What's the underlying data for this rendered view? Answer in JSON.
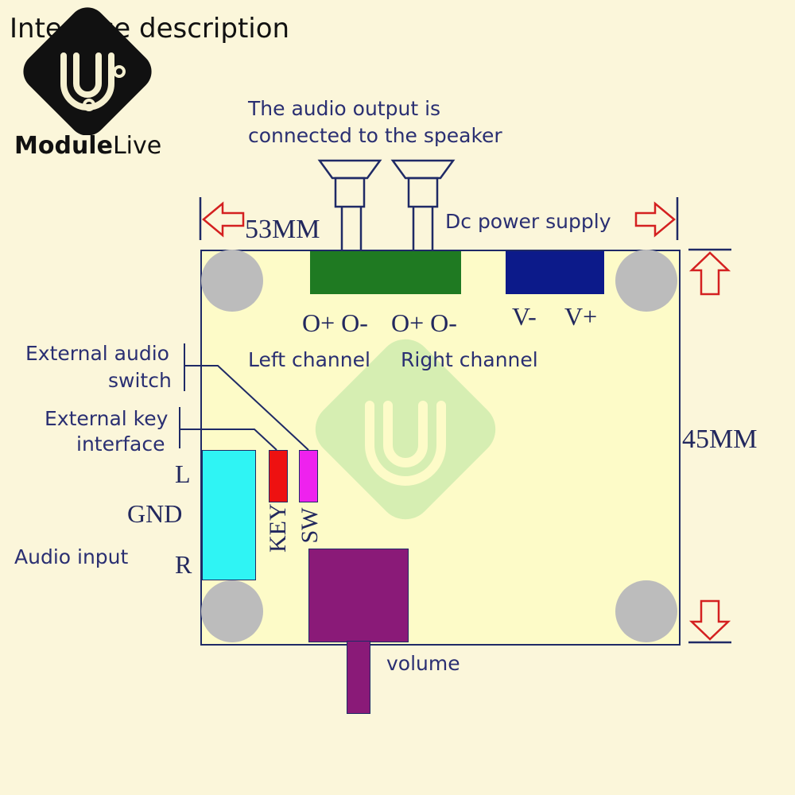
{
  "page_title": "Interface description",
  "brand": {
    "name_bold": "Module",
    "name_light": "Live"
  },
  "labels": {
    "audio_output": [
      "The audio output is",
      "connected to the speaker"
    ],
    "dc_power": "Dc power supply",
    "width_dim": "53MM",
    "height_dim": "45MM",
    "left_pins": "O+ O-",
    "right_pins": "O+ O-",
    "power_pins": [
      "V-",
      "V+"
    ],
    "left_channel": "Left channel",
    "right_channel": "Right channel",
    "external_audio_switch": [
      "External audio",
      "switch"
    ],
    "external_key": [
      "External key",
      "interface"
    ],
    "audio_pins": [
      "L",
      "GND",
      "R"
    ],
    "audio_input": "Audio input",
    "key": "KEY",
    "sw": "SW",
    "volume": "volume"
  },
  "colors": {
    "background": "#fbf6da",
    "board": "#fdfbc8",
    "output_connector": "#1f7a22",
    "power_connector": "#0c1a8a",
    "audio_input_connector": "#2ff4f4",
    "key_connector": "#ee1111",
    "sw_connector": "#ee22ee",
    "volume_pot": "#8a1a78",
    "dimension_arrows": "#d42020",
    "text": "#2a2f72"
  }
}
